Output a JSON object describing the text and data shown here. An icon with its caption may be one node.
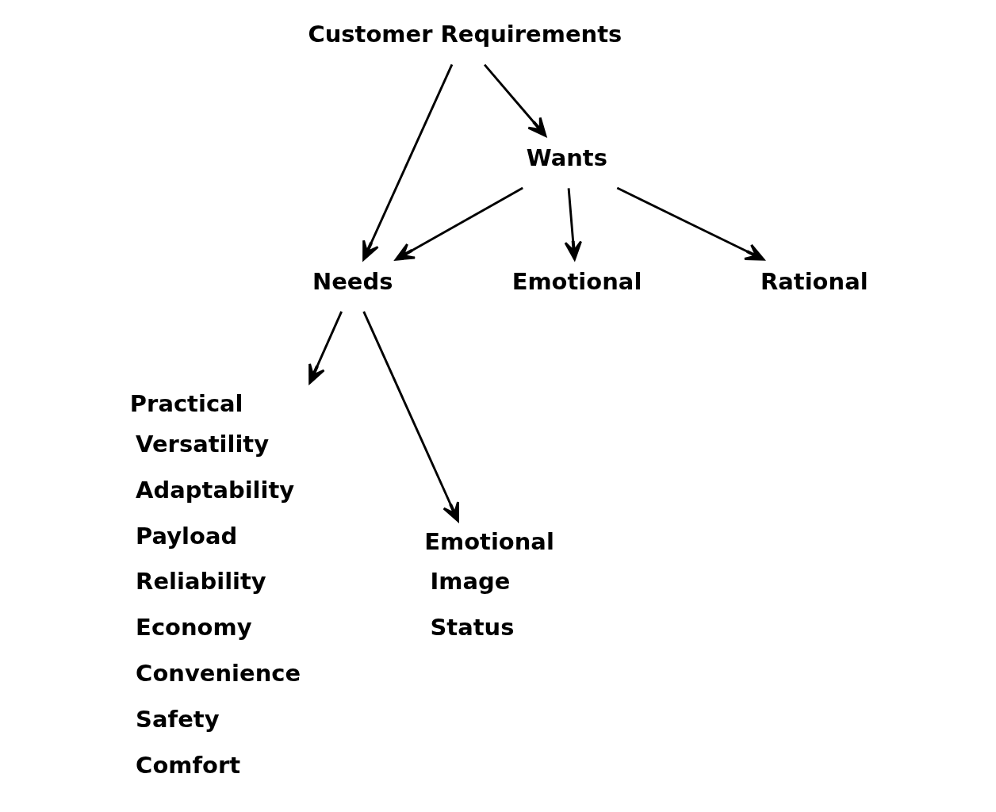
{
  "diagram": {
    "nodes": [
      {
        "text": [
          "Customer Requirements"
        ]
      },
      {
        "text": [
          "Wants"
        ]
      },
      {
        "text": [
          "Needs"
        ]
      },
      {
        "text": [
          "Emotional"
        ]
      },
      {
        "text": [
          "Rational"
        ]
      },
      {
        "text": [
          "Practical"
        ],
        "beside": [
          "Versatility",
          "Adaptability",
          "Payload",
          "Reliability",
          "Economy",
          "Convenience",
          "Safety",
          "Comfort"
        ]
      },
      {
        "text": [
          "Emotional"
        ],
        "beside": [
          "Image",
          "Status"
        ]
      }
    ],
    "edges": [
      {
        "from": 0,
        "to": 1,
        "arrow": "to"
      },
      {
        "from": 0,
        "to": 2,
        "arrow": "to"
      },
      {
        "from": 1,
        "to": 2,
        "arrow": "to"
      },
      {
        "from": 1,
        "to": 3,
        "arrow": "to"
      },
      {
        "from": 1,
        "to": 4,
        "arrow": "to"
      },
      {
        "from": 2,
        "to": 5,
        "arrow": "to"
      },
      {
        "from": 2,
        "to": 6,
        "arrow": "to"
      }
    ]
  }
}
